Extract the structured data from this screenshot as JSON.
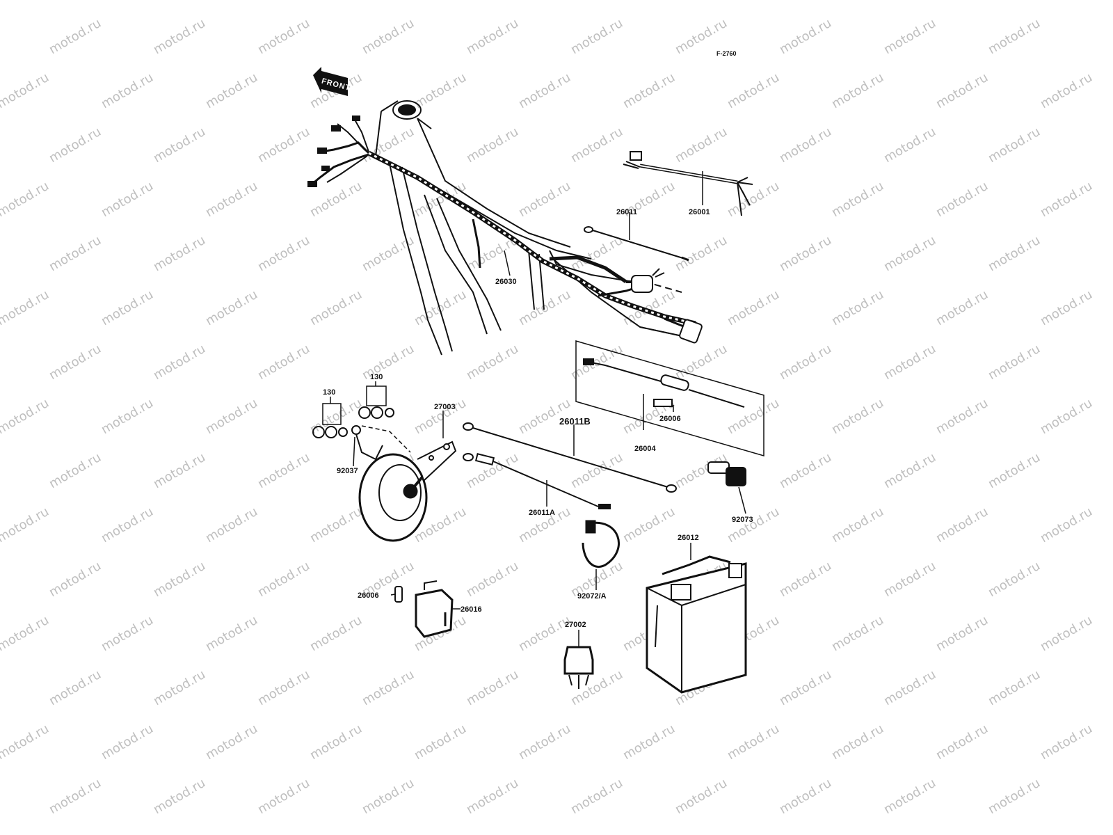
{
  "watermark": "motod.ru",
  "figure_ref": "F-2760",
  "front_label": "FRONT",
  "parts": {
    "main_harness": "26030",
    "handlebar_harness": "26001",
    "lead_top": "26011",
    "fuse_lead_assy": "26004",
    "fuse": "26006",
    "horn_lead_b": "26011B",
    "horn_lead_a": "26011A",
    "horn": "27003",
    "bolt_set_upper": "130",
    "bolt_set_left": "130",
    "horn_bracket": "92037",
    "battery_cap": "92073",
    "battery": "26012",
    "battery_band": "92072/A",
    "spare_fuse": "26006",
    "relay": "26016",
    "relay_b": "27002"
  },
  "colors": {
    "ink": "#111111",
    "paper": "#ffffff",
    "watermark": "#bfbfbf"
  }
}
